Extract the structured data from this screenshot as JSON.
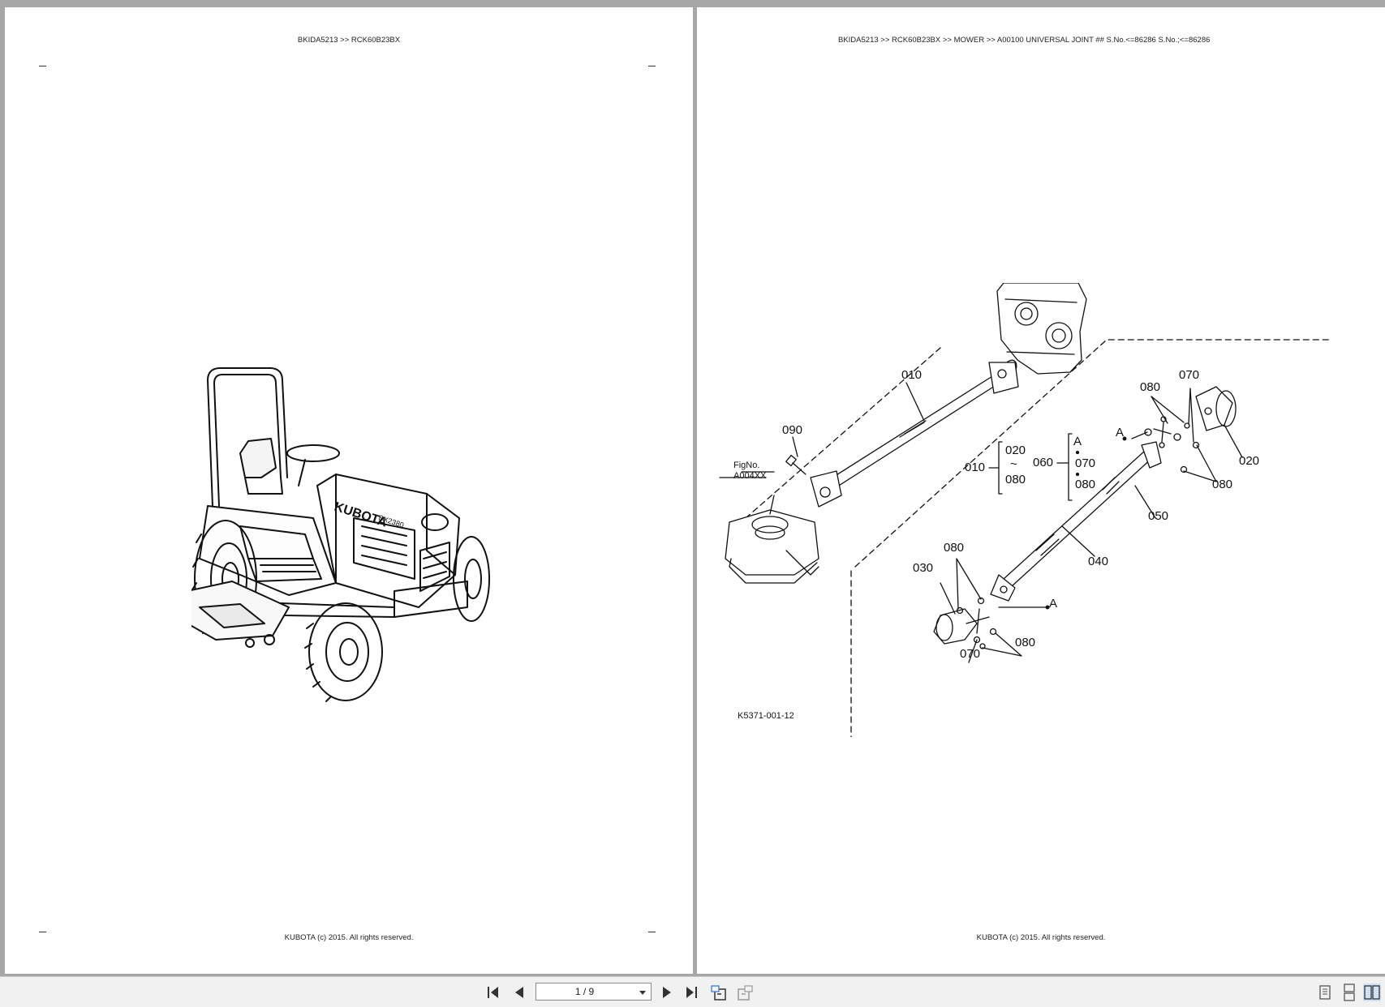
{
  "left_page": {
    "header": "BKIDA5213 >> RCK60B23BX",
    "footer": "KUBOTA (c) 2015. All rights reserved.",
    "tractor_decal": "KUBOTA",
    "model_decal": "BX2380"
  },
  "right_page": {
    "header": "BKIDA5213 >> RCK60B23BX >> MOWER >> A00100   UNIVERSAL JOINT ## S.No.<=86286 S.No.;<=86286",
    "footer": "KUBOTA (c) 2015. All rights reserved.",
    "fig_ref_label": "FigNo.",
    "fig_ref_code": "A004XX",
    "drawing_code": "K5371-001-12",
    "callouts": {
      "c010": "010",
      "c090": "090",
      "c070_top": "070",
      "c080_top": "080",
      "c020_right": "020",
      "c080_right": "080",
      "c050": "050",
      "c040": "040",
      "c080_bottom_left": "080",
      "c030": "030",
      "c070_bottom": "070",
      "c080_bottom_right": "080",
      "point_a_top": "A",
      "point_a_bottom": "A",
      "group1_main": "010",
      "group1_top": "020",
      "group1_tilde": "~",
      "group1_bottom": "080",
      "group2_main": "060",
      "group2_a": "A",
      "group2_070": "070",
      "group2_080": "080"
    }
  },
  "toolbar": {
    "page_indicator": "1 / 9",
    "icons": [
      "first-page-icon",
      "previous-page-icon",
      "next-page-icon",
      "last-page-icon",
      "go-back-view-icon",
      "go-forward-view-icon",
      "single-page-view-icon",
      "continuous-view-icon",
      "two-page-view-icon"
    ]
  }
}
